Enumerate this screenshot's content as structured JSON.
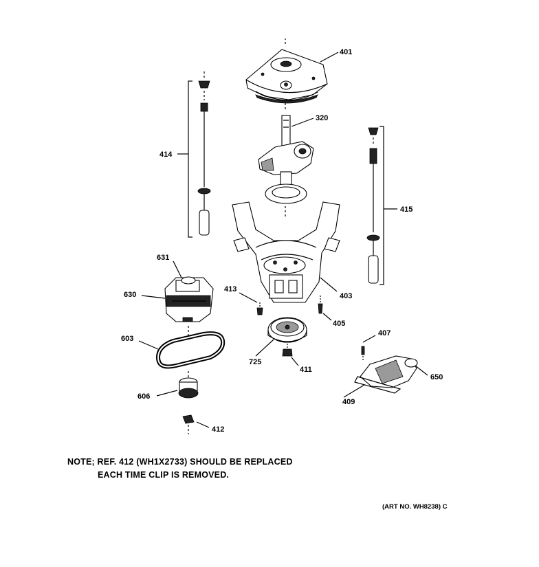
{
  "callouts": {
    "p401": "401",
    "p320": "320",
    "p414": "414",
    "p415": "415",
    "p631": "631",
    "p630": "630",
    "p413": "413",
    "p403": "403",
    "p405": "405",
    "p603": "603",
    "p725": "725",
    "p411": "411",
    "p407": "407",
    "p650": "650",
    "p606": "606",
    "p409": "409",
    "p412": "412"
  },
  "note": {
    "line1": "NOTE; REF. 412 (WH1X2733) SHOULD BE REPLACED",
    "line2": "EACH TIME CLIP IS REMOVED."
  },
  "art_number": "(ART NO. WH8238) C"
}
